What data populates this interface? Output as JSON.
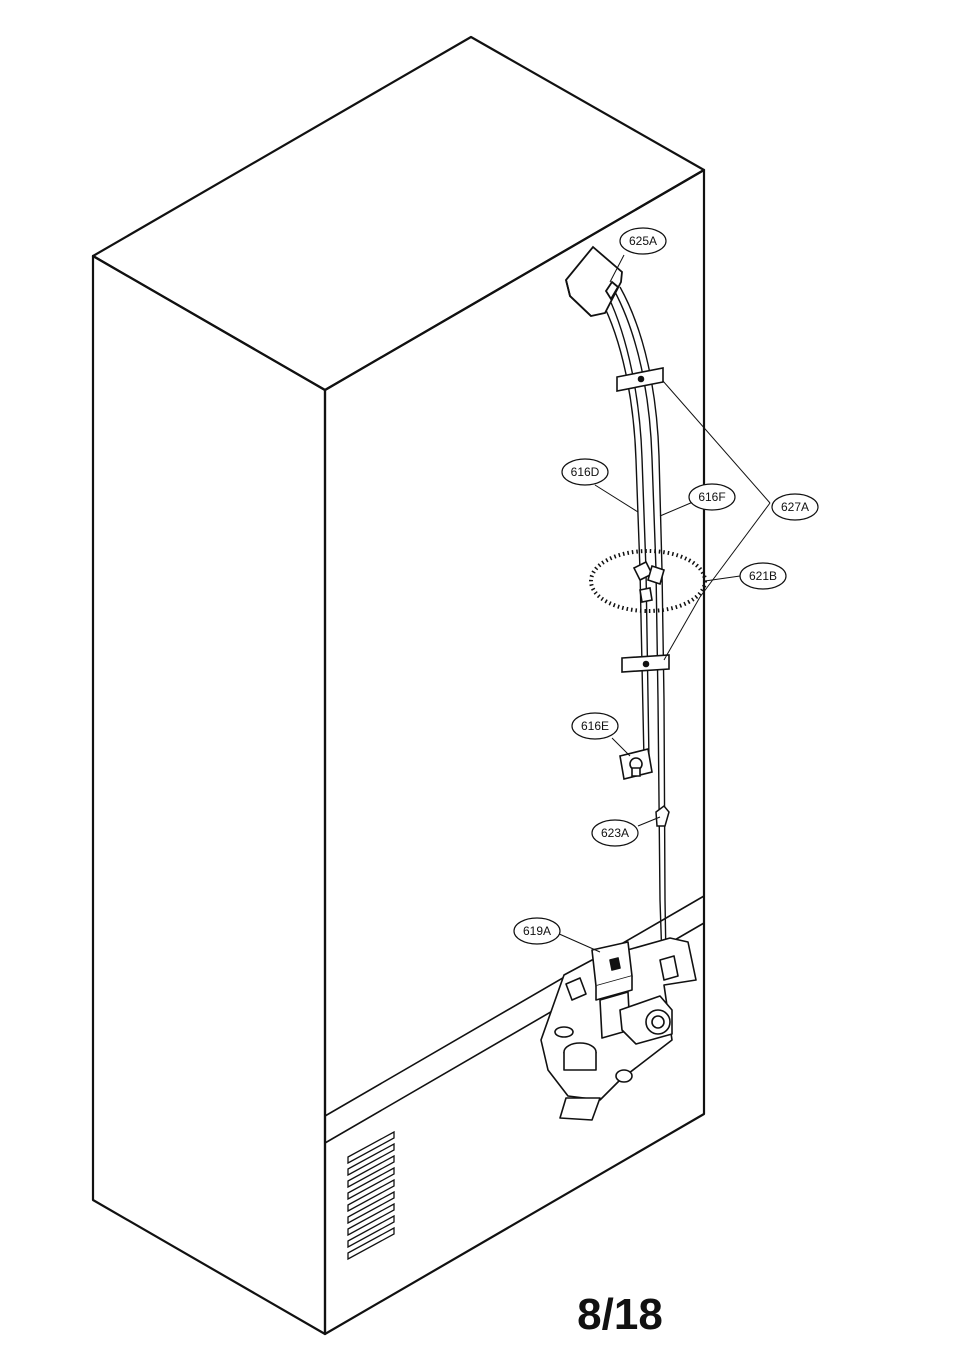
{
  "labels": {
    "l625A": "625A",
    "l616D": "616D",
    "l616F": "616F",
    "l627A": "627A",
    "l621B": "621B",
    "l616E": "616E",
    "l623A": "623A",
    "l619A": "619A"
  },
  "page_number": "8/18"
}
